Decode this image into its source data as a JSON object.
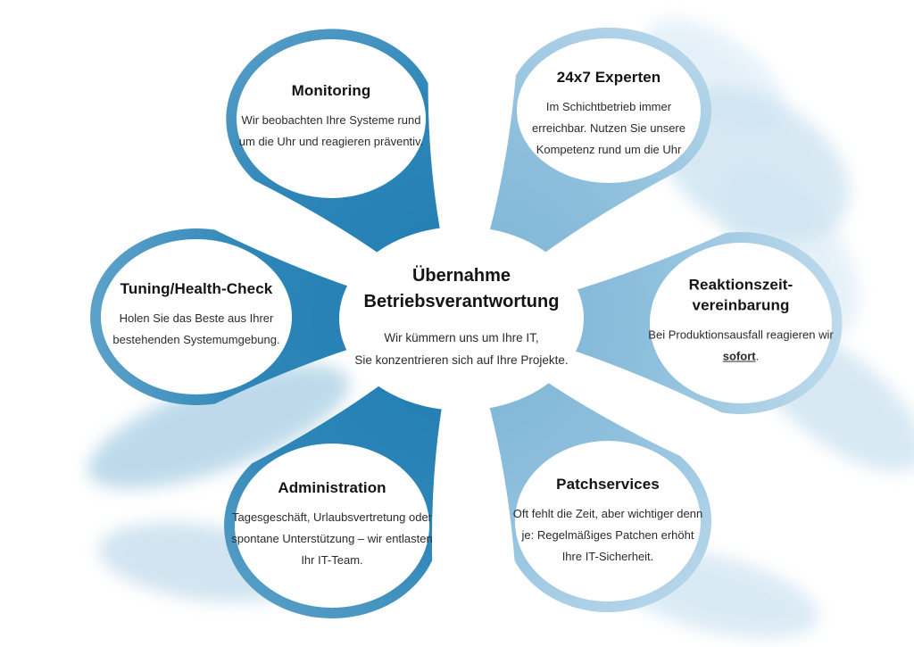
{
  "diagram": {
    "center": {
      "title_lines": [
        "Übernahme",
        "Betriebsverantwortung"
      ],
      "body_lines": [
        "Wir kümmern uns um Ihre IT,",
        "Sie konzentrieren sich auf Ihre Projekte."
      ]
    },
    "nodes": [
      {
        "id": "monitoring",
        "title": "Monitoring",
        "body": "Wir beobachten Ihre Systeme rund um die Uhr und reagieren präventiv."
      },
      {
        "id": "experts",
        "title": "24x7 Experten",
        "body": "Im Schichtbetrieb immer erreichbar. Nutzen Sie unsere Kompetenz rund um die Uhr"
      },
      {
        "id": "tuning",
        "title": "Tuning/Health-Check",
        "body": "Holen Sie das Beste aus Ihrer bestehenden Systemumgebung."
      },
      {
        "id": "reaction",
        "title_lines": [
          "Reaktionszeit-",
          "vereinbarung"
        ],
        "body_prefix": "Bei Produktionsausfall reagieren wir ",
        "body_emphasis": "sofort",
        "body_suffix": "."
      },
      {
        "id": "administration",
        "title": "Administration",
        "body": "Tagesgeschäft, Urlaubsvertretung oder spontane Unterstützung – wir entlasten Ihr IT-Team."
      },
      {
        "id": "patchservices",
        "title": "Patchservices",
        "body": "Oft fehlt die Zeit, aber wichtiger denn je: Regelmäßiges Patchen erhöht Ihre IT-Sicherheit."
      }
    ],
    "colors": {
      "petal_dark": "#2e86b8",
      "petal_light": "#8fc0dd",
      "petal_faint": "#d7ebf6",
      "heading_text": "#141414",
      "body_text": "#2b2b2b"
    }
  }
}
